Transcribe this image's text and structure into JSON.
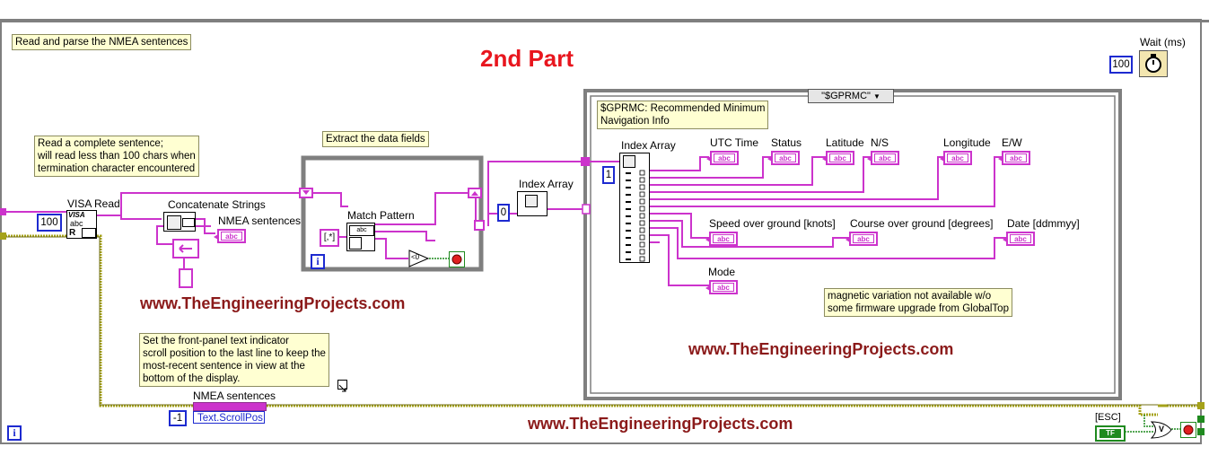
{
  "header": {
    "comment": "Read and parse the NMEA sentences",
    "title": "2nd Part"
  },
  "wait": {
    "label": "Wait (ms)",
    "constant": "100"
  },
  "visa": {
    "comment": "Read a complete sentence;\nwill read less than 100 chars when\ntermination character encountered",
    "label": "VISA Read",
    "icon_text": "VISA",
    "icon_sub": "abc",
    "icon_r": "R",
    "byte_count": "100"
  },
  "concat": {
    "label": "Concatenate Strings",
    "indicator_label": "NMEA sentences"
  },
  "extract": {
    "comment": "Extract the data fields",
    "match_label": "Match Pattern",
    "pattern": "[,*]",
    "compare_text": "<0",
    "index_label": "Index Array",
    "index_constant": "0"
  },
  "case_structure": {
    "selector": "\"$GPRMC\"",
    "comment": "$GPRMC: Recommended Minimum\nNavigation Info",
    "index_label": "Index Array",
    "index_constant": "1",
    "fields": {
      "utc": "UTC Time",
      "status": "Status",
      "latitude": "Latitude",
      "ns": "N/S",
      "longitude": "Longitude",
      "ew": "E/W",
      "speed": "Speed over ground [knots]",
      "course": "Course over ground [degrees]",
      "date": "Date [ddmmyy]",
      "mode": "Mode"
    },
    "mag_comment": "magnetic variation not available w/o\nsome firmware upgrade from GlobalTop",
    "watermark": "www.TheEngineeringProjects.com"
  },
  "scroll": {
    "comment": "Set the front-panel text indicator\nscroll position to the last line to keep the\nmost-recent sentence in view at the\nbottom of the display.",
    "node_label": "NMEA sentences",
    "property": "Text.ScrollPos",
    "constant": "-1"
  },
  "watermarks": {
    "left": "www.TheEngineeringProjects.com",
    "bottom": "www.TheEngineeringProjects.com"
  },
  "stop": {
    "esc_label": "[ESC]",
    "bool_text": "TF",
    "or_text": "V"
  },
  "indicator_text": "abc",
  "info_glyph": "i",
  "colors": {
    "string_wire": "#cc33cc",
    "error_wire": "#a5a21a",
    "numeric": "#1d2ad0",
    "frame_grey": "#7f7f7f",
    "title_red": "#e8161e",
    "watermark_red": "#8b1a1a",
    "comment_bg": "#ffffd2",
    "bool_green": "#1f8a1f"
  }
}
